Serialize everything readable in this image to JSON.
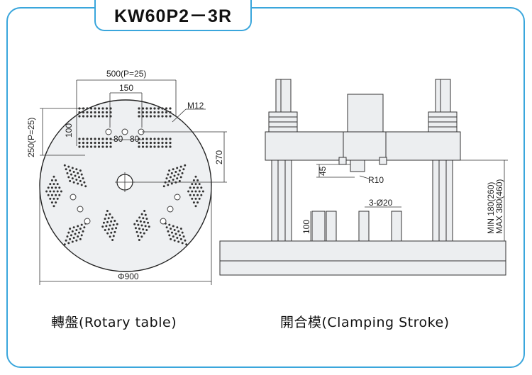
{
  "title": "KW60P2－3R",
  "rotary": {
    "caption": "轉盤(Rotary table)",
    "dim_500": "500(P=25)",
    "dim_150": "150",
    "dim_m12": "M12",
    "dim_250": "250(P=25)",
    "dim_100": "100",
    "dim_80a": "80",
    "dim_80b": "80",
    "dim_270": "270",
    "dim_phi900": "Φ900"
  },
  "clamp": {
    "caption": "開合模(Clamping Stroke)",
    "dim_45": "45",
    "dim_r10": "R10",
    "dim_3phi20": "3-Ø20",
    "dim_100": "100",
    "dim_min": "MIN 180(260)",
    "dim_max": "MAX 380(460)"
  },
  "colors": {
    "frame": "#3aa6dc",
    "fill": "#eceef0",
    "stroke": "#333333"
  }
}
